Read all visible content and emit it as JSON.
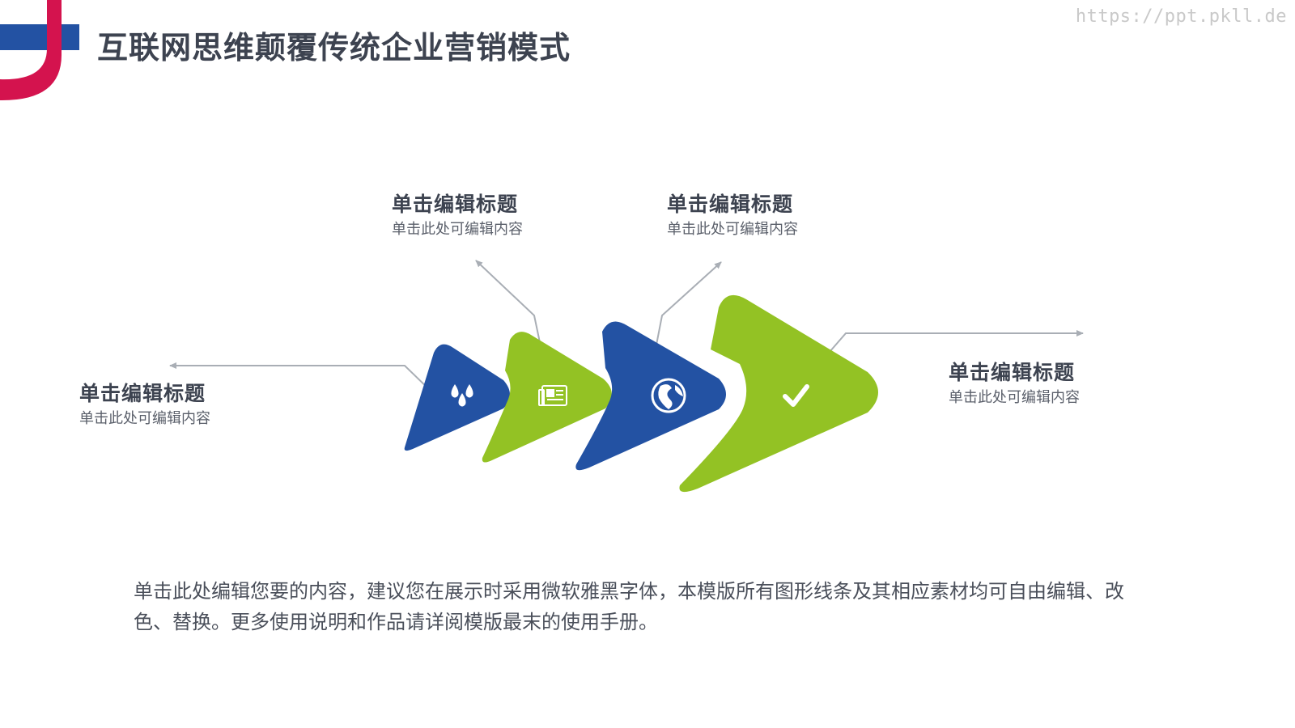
{
  "watermark": "https://ppt.pkll.de",
  "title": "互联网思维颠覆传统企业营销模式",
  "colors": {
    "blue": "#2352a3",
    "green": "#93c224",
    "red": "#d4134e",
    "text": "#3d4350",
    "line": "#a9aeb5"
  },
  "steps": [
    {
      "title": "单击编辑标题",
      "desc": "单击此处可编辑内容",
      "icon": "water-drops-icon",
      "color": "blue"
    },
    {
      "title": "单击编辑标题",
      "desc": "单击此处可编辑内容",
      "icon": "newspaper-icon",
      "color": "green"
    },
    {
      "title": "单击编辑标题",
      "desc": "单击此处可编辑内容",
      "icon": "globe-icon",
      "color": "blue"
    },
    {
      "title": "单击编辑标题",
      "desc": "单击此处可编辑内容",
      "icon": "checkmark-icon",
      "color": "green"
    }
  ],
  "summary": "单击此处编辑您要的内容，建议您在展示时采用微软雅黑字体，本模版所有图形线条及其相应素材均可自由编辑、改色、替换。更多使用说明和作品请详阅模版最末的使用手册。"
}
